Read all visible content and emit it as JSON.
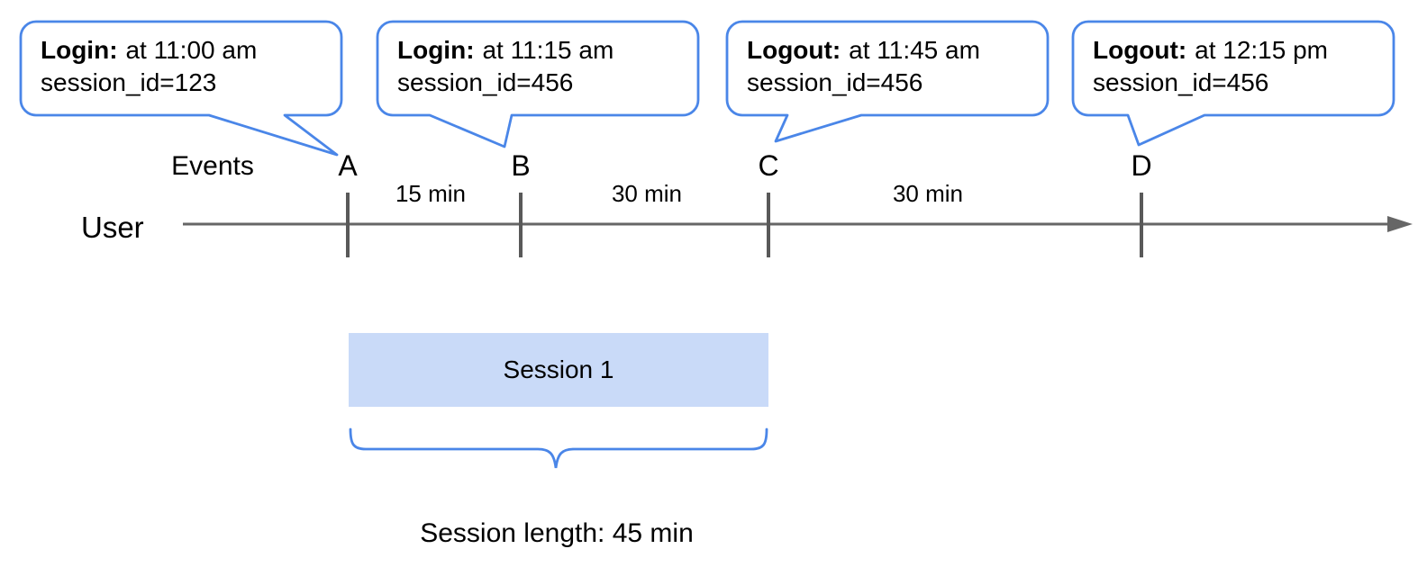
{
  "colors": {
    "accent": "#4a86e8",
    "session": "#c9daf8",
    "line": "#666666",
    "tick": "#595959"
  },
  "bubbles": [
    {
      "label": "Login:",
      "time": "at 11:00 am",
      "session": "session_id=123"
    },
    {
      "label": "Login:",
      "time": "at 11:15 am",
      "session": "session_id=456"
    },
    {
      "label": "Logout:",
      "time": "at 11:45 am",
      "session": "session_id=456"
    },
    {
      "label": "Logout:",
      "time": "at 12:15 pm",
      "session": "session_id=456"
    }
  ],
  "timeline": {
    "events_label": "Events",
    "user_label": "User",
    "markers": [
      "A",
      "B",
      "C",
      "D"
    ],
    "intervals": [
      "15 min",
      "30 min",
      "30 min"
    ]
  },
  "session": {
    "box_label": "Session 1",
    "length_label": "Session length: 45 min"
  }
}
